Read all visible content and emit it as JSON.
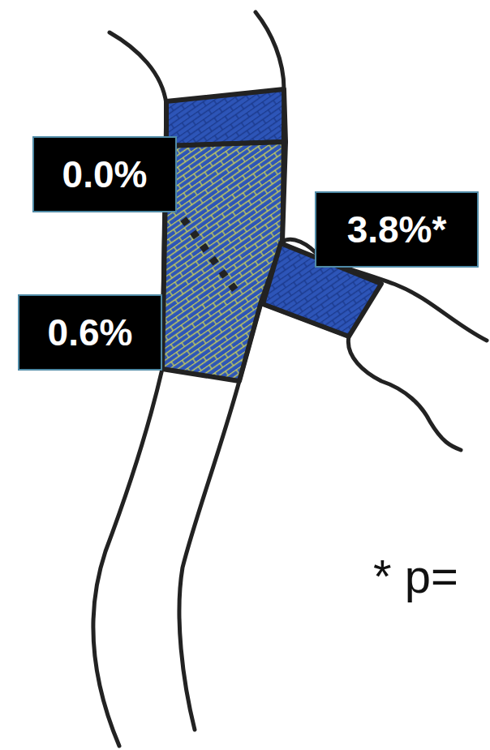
{
  "diagram": {
    "nodes": [
      {
        "text": [
          "0.0%"
        ]
      },
      {
        "text": [
          "3.8%*"
        ]
      },
      {
        "text": [
          "0.6%"
        ]
      }
    ],
    "labels": [
      "* p="
    ]
  }
}
